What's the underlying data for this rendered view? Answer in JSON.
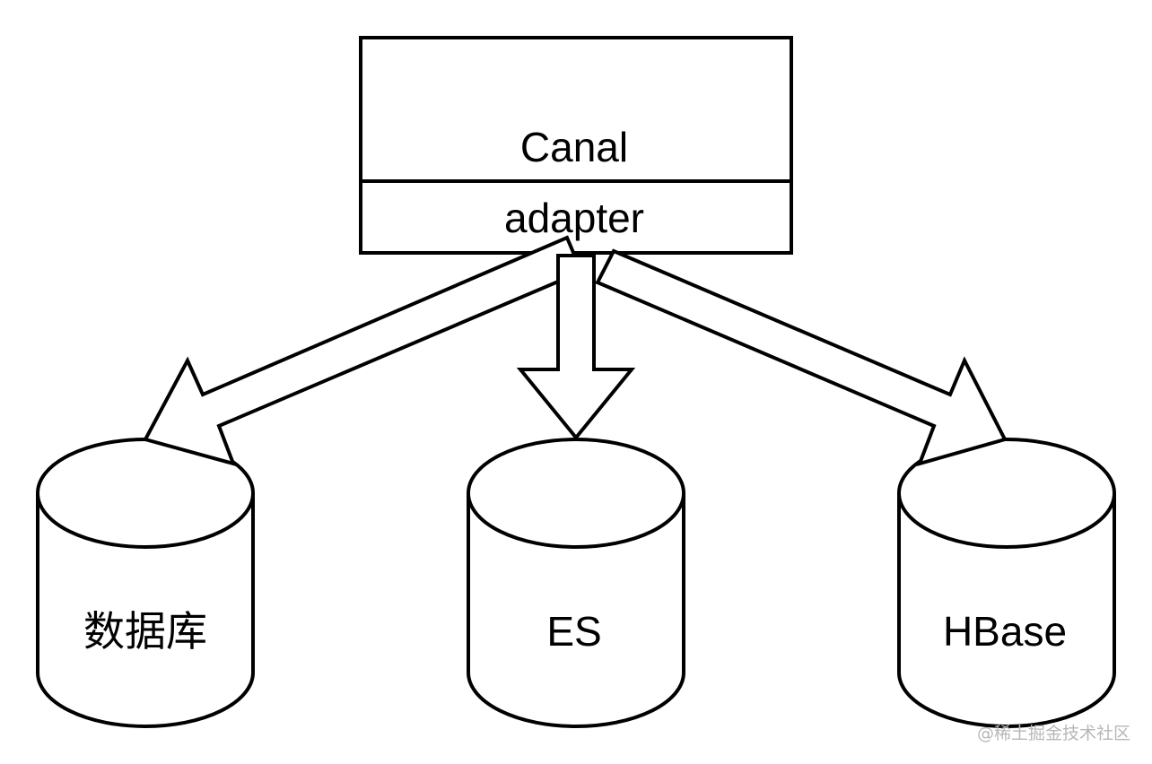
{
  "diagram": {
    "source_box": {
      "title": "Canal",
      "subtitle": "adapter"
    },
    "targets": [
      {
        "label": "数据库"
      },
      {
        "label": "ES"
      },
      {
        "label": "HBase"
      }
    ],
    "watermark": "@稀土掘金技术社区"
  }
}
